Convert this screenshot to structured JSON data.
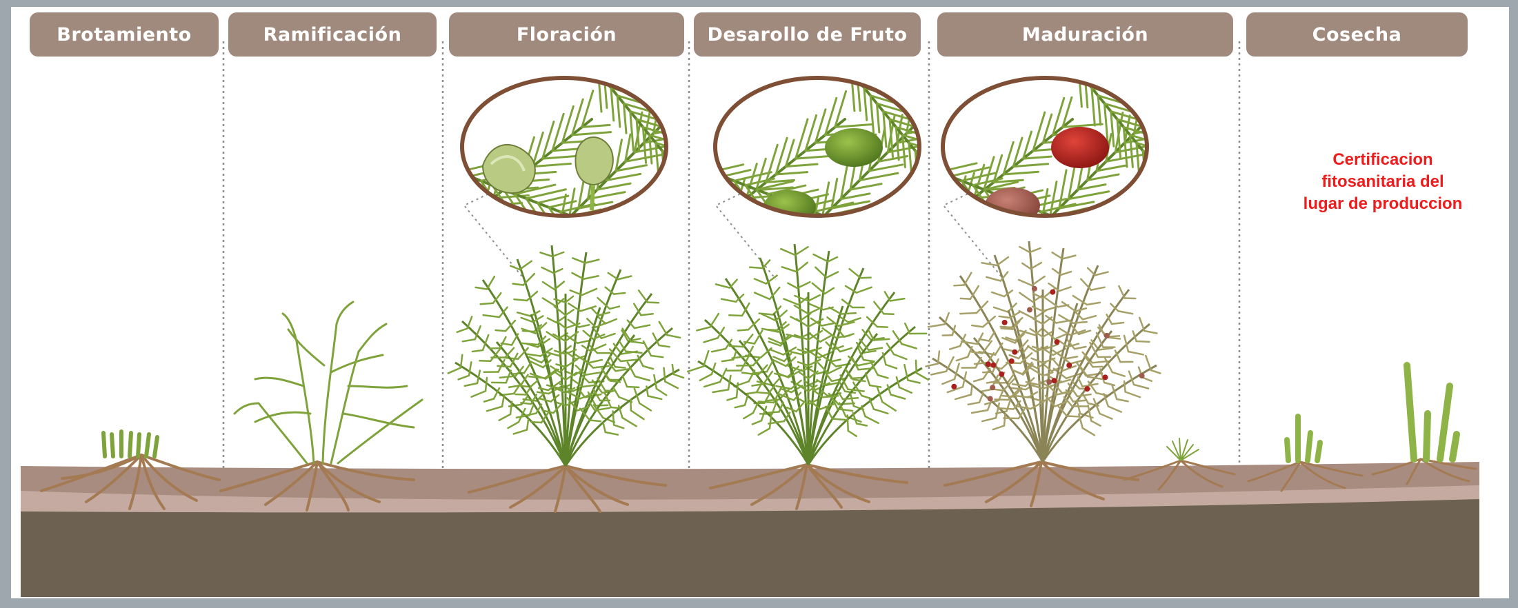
{
  "stages": [
    {
      "label": "Brotamiento"
    },
    {
      "label": "Ramificación"
    },
    {
      "label": "Floración"
    },
    {
      "label": "Desarollo de Fruto"
    },
    {
      "label": "Maduración"
    },
    {
      "label": "Cosecha"
    }
  ],
  "note": {
    "line1": "Certificacion",
    "line2": "fitosanitaria del",
    "line3": "lugar de produccion"
  },
  "colors": {
    "frame": "#9ea7ae",
    "panel": "#ffffff",
    "label_tab": "#a08a7e",
    "soil_top": "#a88c80",
    "soil_band": "#c4aaa1",
    "soil_deep": "#6d6151",
    "root": "#a47a52",
    "foliage": "#7ea33a",
    "foliage_dark": "#5e842a",
    "flower_bud": "#b9ca82",
    "fruit_green": "#5f8a24",
    "fruit_red": "#a9201c",
    "fruit_brown": "#a05a4e",
    "ripe_foliage": "#a6a068",
    "zoom_ring": "#7e4e35",
    "divider": "#8d8d8d",
    "note_text": "#ee1c1c"
  }
}
